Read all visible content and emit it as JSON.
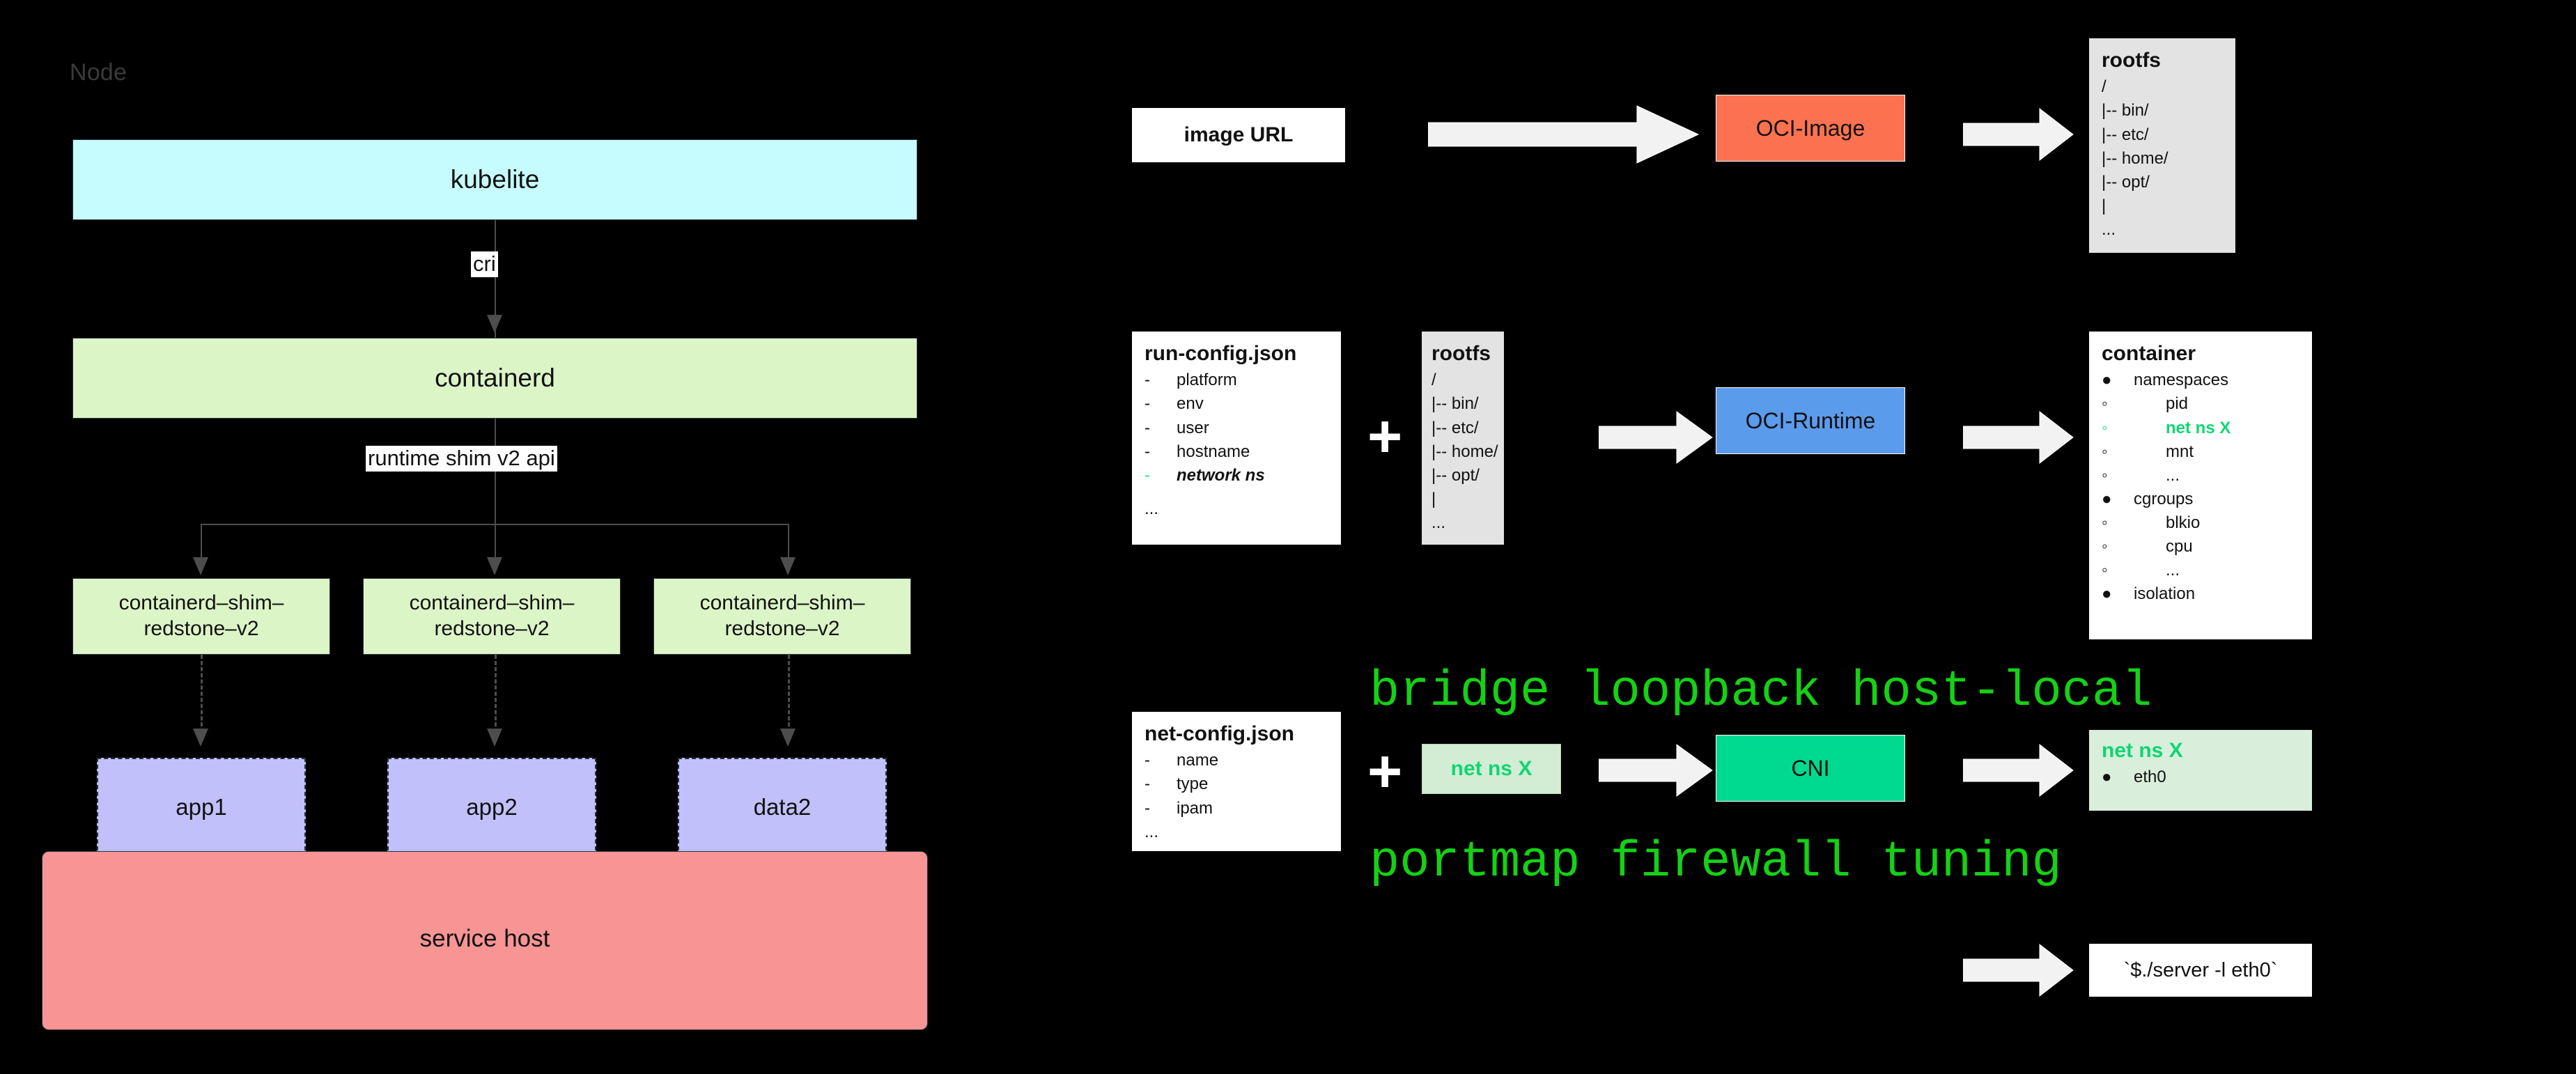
{
  "left_panel": {
    "node_label": "Node",
    "kubelite": "kubelite",
    "cri_edge": "cri",
    "containerd": "containerd",
    "shim_api_edge": "runtime shim v2 api",
    "shims": [
      "containerd–shim–\nredstone–v2",
      "containerd–shim–\nredstone–v2",
      "containerd–shim–\nredstone–v2"
    ],
    "apps": [
      "app1",
      "app2",
      "data2"
    ],
    "service_host": "service host",
    "colors": {
      "kubelite_bg": "#c6fcfd",
      "containerd_bg": "#dcf5c7",
      "shim_bg": "#dcf5c7",
      "app_bg": "#c2c0fb",
      "service_host_bg": "#f79494",
      "stroke": "#2b3440"
    }
  },
  "right_panel": {
    "row_image": {
      "source_label": "image URL",
      "processor_label": "OCI-Image",
      "processor_color": "#fc7250",
      "output": {
        "title": "rootfs",
        "lines": [
          "/",
          "|-- bin/",
          "|-- etc/",
          "|-- home/",
          "|-- opt/",
          "|",
          "..."
        ]
      }
    },
    "row_runtime": {
      "config": {
        "title": "run-config.json",
        "items": [
          "platform",
          "env",
          "user",
          "hostname",
          "network ns"
        ],
        "highlight_item": "network ns",
        "ellipsis": "..."
      },
      "rootfs": {
        "title": "rootfs",
        "lines": [
          "/",
          "|-- bin/",
          "|-- etc/",
          "|-- home/",
          "|-- opt/",
          "|",
          "..."
        ]
      },
      "plus": "+",
      "processor_label": "OCI-Runtime",
      "processor_color": "#5b9bec",
      "output": {
        "title": "container",
        "groups": [
          {
            "label": "namespaces",
            "children": [
              "pid",
              "net ns X",
              "mnt",
              "..."
            ],
            "highlight": "net ns X"
          },
          {
            "label": "cgroups",
            "children": [
              "blkio",
              "cpu",
              "..."
            ],
            "highlight": null
          },
          {
            "label": "isolation",
            "children": [],
            "highlight": null
          }
        ]
      }
    },
    "row_cni": {
      "config": {
        "title": "net-config.json",
        "items": [
          "name",
          "type",
          "ipam"
        ],
        "ellipsis": "..."
      },
      "plus": "+",
      "netns_input": "net ns X",
      "plugins_top": "bridge loopback host-local",
      "plugins_bottom": "portmap firewall tuning",
      "plugins_color": "#16d016",
      "processor_label": "CNI",
      "processor_color": "#00da90",
      "output": {
        "title": "net ns X",
        "items": [
          "eth0"
        ]
      }
    },
    "row_server": {
      "command": "`$./server -l eth0`"
    }
  }
}
